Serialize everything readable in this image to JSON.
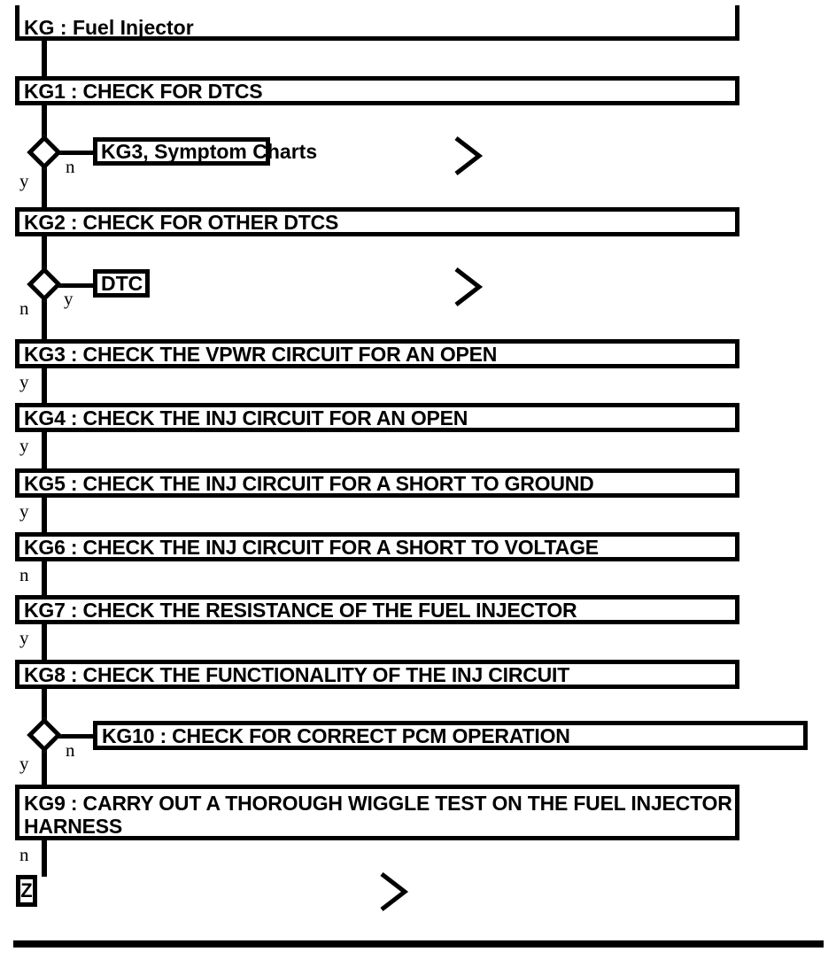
{
  "chart": {
    "type": "flowchart",
    "title": "KG : Fuel Injector",
    "bottom_rule": true
  },
  "header": {
    "label": "KG : Fuel Injector"
  },
  "steps": [
    {
      "id": "KG1",
      "label": "KG1 : CHECK FOR DTCS"
    },
    {
      "id": "KG2",
      "label": "KG2 : CHECK FOR OTHER DTCS"
    },
    {
      "id": "KG3",
      "label": "KG3 : CHECK THE VPWR CIRCUIT FOR AN OPEN"
    },
    {
      "id": "KG4",
      "label": "KG4 : CHECK THE INJ CIRCUIT FOR AN OPEN"
    },
    {
      "id": "KG5",
      "label": "KG5 : CHECK THE INJ CIRCUIT FOR A SHORT TO GROUND"
    },
    {
      "id": "KG6",
      "label": "KG6 : CHECK THE INJ CIRCUIT FOR A SHORT TO VOLTAGE"
    },
    {
      "id": "KG7",
      "label": "KG7 : CHECK THE RESISTANCE OF THE FUEL INJECTOR"
    },
    {
      "id": "KG8",
      "label": "KG8 : CHECK THE FUNCTIONALITY OF THE INJ CIRCUIT"
    },
    {
      "id": "KG9",
      "label": "KG9 : CARRY OUT A THOROUGH WIGGLE TEST ON THE FUEL INJECTOR HARNESS"
    },
    {
      "id": "KG10",
      "label": "KG10 : CHECK FOR CORRECT PCM OPERATION"
    }
  ],
  "refs": [
    {
      "id": "ref-symptom-charts",
      "label": "KG3, Symptom Charts"
    },
    {
      "id": "ref-dtc",
      "label": "DTC"
    }
  ],
  "terminator": {
    "label": "Z"
  },
  "branches": {
    "d1_left": "y",
    "d1_right": "n",
    "d2_left": "n",
    "d2_right": "y",
    "d3_left": "y",
    "d3_right": "n",
    "kg3_out": "y",
    "kg4_out": "y",
    "kg5_out": "y",
    "kg6_out": "n",
    "kg7_out": "y",
    "kg9_out": "n"
  },
  "icons": {
    "goto": "chevron-right-icon"
  },
  "colors": {
    "ink": "#000000",
    "paper": "#ffffff"
  }
}
